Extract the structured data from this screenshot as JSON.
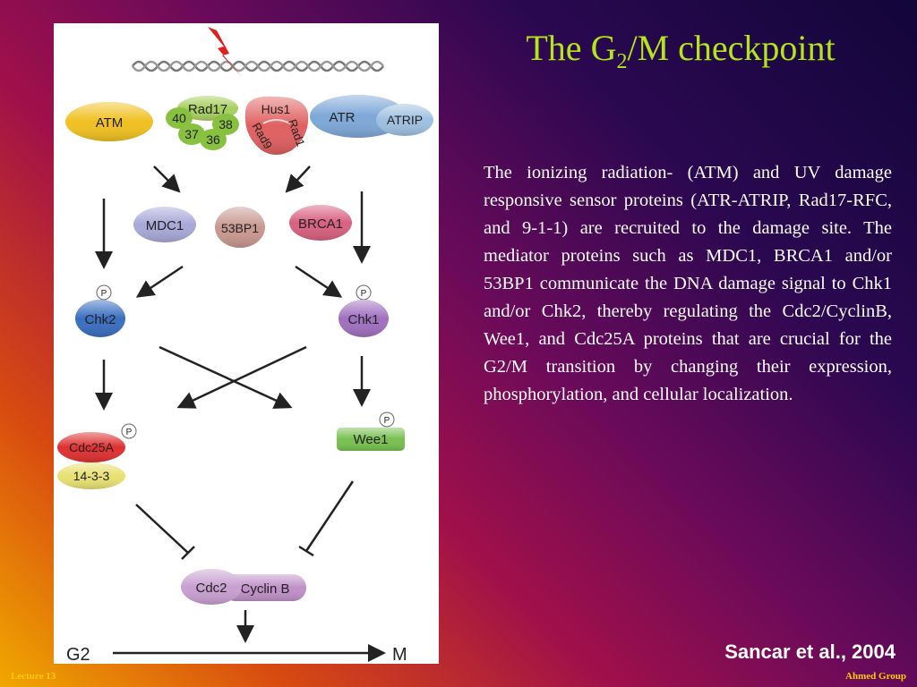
{
  "title": {
    "prefix": "The G",
    "subscript": "2",
    "suffix": "/M checkpoint"
  },
  "body_text": "The ionizing radiation- (ATM) and UV damage responsive sensor proteins (ATR-ATRIP, Rad17-RFC, and 9-1-1) are recruited to the damage site. The mediator proteins such as MDC1, BRCA1 and/or 53BP1 communicate the DNA damage signal to Chk1 and/or Chk2, thereby regulating the Cdc2/CyclinB, Wee1, and Cdc25A proteins that are crucial for the G2/M transition by changing their expression, phosphorylation, and cellular localization.",
  "citation": "Sancar et al., 2004",
  "footer": {
    "left": "Lecture 13",
    "right": "Ahmed Group"
  },
  "diagram": {
    "sensors": {
      "atm": "ATM",
      "rad17": "Rad17",
      "rfc_subunits": [
        "40",
        "38",
        "37",
        "36"
      ],
      "hus1": "Hus1",
      "rad9": "Rad9",
      "rad1": "Rad1",
      "atr": "ATR",
      "atrip": "ATRIP"
    },
    "mediators": {
      "mdc1": "MDC1",
      "bp53": "53BP1",
      "brca1": "BRCA1"
    },
    "kinases": {
      "chk2": "Chk2",
      "chk1": "Chk1"
    },
    "effectors": {
      "cdc25a": "Cdc25A",
      "protein1433": "14-3-3",
      "wee1": "Wee1",
      "cdc2": "Cdc2",
      "cyclinb": "Cyclin B"
    },
    "phospho_label": "P",
    "phases": {
      "g2": "G2",
      "m": "M"
    },
    "colors": {
      "atm": "#f0c020",
      "rad17": "#a8d060",
      "rfc": "#88c040",
      "hus_complex": "#e06060",
      "atr": "#7ea8d8",
      "mdc1": "#a8a8d8",
      "bp53": "#c89890",
      "brca1": "#d86080",
      "chk2": "#3a6ec0",
      "chk1": "#a070c0",
      "cdc25a": "#e03030",
      "protein1433": "#e8e070",
      "wee1": "#78c050",
      "cdc2": "#c8a0d0",
      "cyclinb": "#c090c8"
    }
  }
}
